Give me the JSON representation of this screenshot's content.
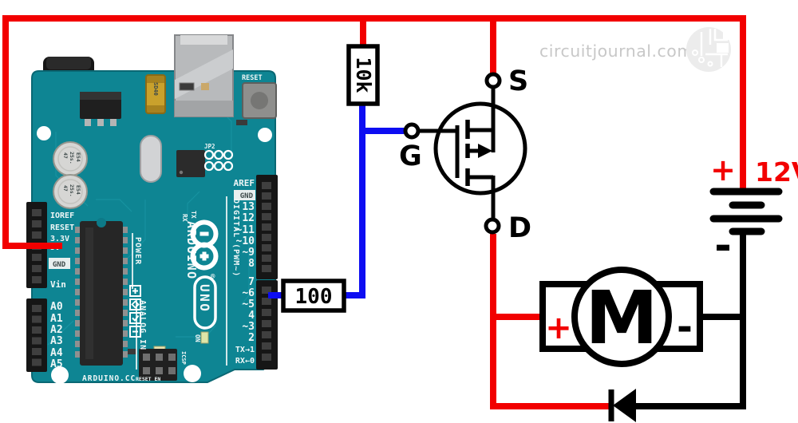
{
  "watermark": {
    "text": "circuitjournal.com"
  },
  "colors": {
    "wire_red": "#f20000",
    "wire_blue": "#0d0df2",
    "board_teal": "#0e8593",
    "watermark_gray": "#c8c8c8"
  },
  "circuit": {
    "pullup_resistor_label": "10k",
    "gate_resistor_label": "100",
    "mosfet": {
      "source": "S",
      "gate": "G",
      "drain": "D"
    },
    "battery": {
      "plus": "+",
      "voltage": "12V",
      "minus": "-"
    },
    "motor": {
      "letter": "M",
      "plus": "+",
      "minus": "-"
    }
  },
  "arduino": {
    "reset_button": "RESET",
    "power_pins": [
      "IOREF",
      "RESET",
      "3.3V",
      "5V",
      "GND",
      "Vin"
    ],
    "analog_pins": [
      "A0",
      "A1",
      "A2",
      "A3",
      "A4",
      "A5"
    ],
    "digital_pins_top": [
      "AREF",
      "GND",
      "13",
      "12",
      "~11",
      "~10",
      "~9",
      "8"
    ],
    "digital_pins_bottom": [
      "7",
      "~6",
      "~5",
      "4",
      "~3",
      "2",
      "TX→1",
      "RX←0"
    ],
    "group_labels": {
      "power": "POWER",
      "analog": "ANALOG IN",
      "digital": "DIGITAL (PWM~)"
    },
    "brand": "ARDUINO",
    "model": "UNO",
    "reg_mark": "®",
    "website": "ARDUINO.CC",
    "reset_en_label": "RESET EN",
    "on_label": "ON",
    "icsp_label": "ICSP",
    "jp2_label": "JP2",
    "fuse_label": "SD40",
    "tx_label": "TX",
    "rx_label": "RX",
    "cap_lines": [
      "47",
      "25s.",
      "E54"
    ]
  }
}
